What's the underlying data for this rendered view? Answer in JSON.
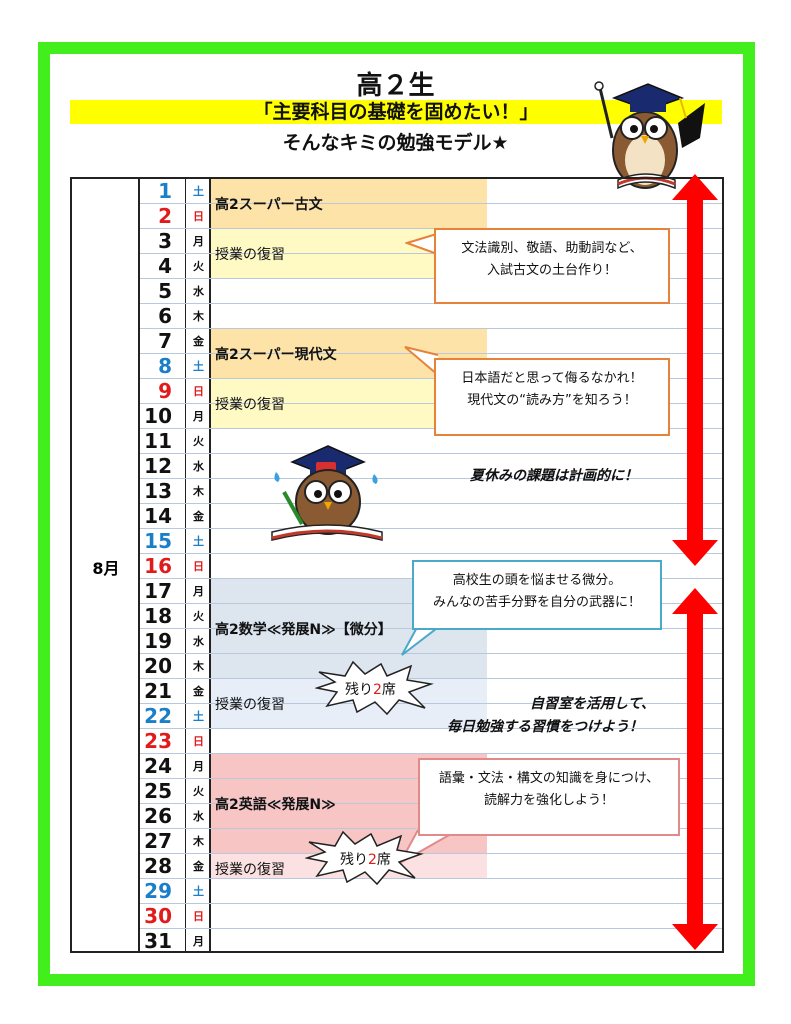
{
  "header": {
    "title": "高２生",
    "subtitle": "「主要科目の基礎を固めたい！」",
    "tagline": "そんなキミの勉強モデル★"
  },
  "month": "8月",
  "days": [
    {
      "d": "1",
      "w": "土",
      "c": "blue"
    },
    {
      "d": "2",
      "w": "日",
      "c": "red"
    },
    {
      "d": "3",
      "w": "月",
      "c": "black"
    },
    {
      "d": "4",
      "w": "火",
      "c": "black"
    },
    {
      "d": "5",
      "w": "水",
      "c": "black"
    },
    {
      "d": "6",
      "w": "木",
      "c": "black"
    },
    {
      "d": "7",
      "w": "金",
      "c": "black"
    },
    {
      "d": "8",
      "w": "土",
      "c": "blue"
    },
    {
      "d": "9",
      "w": "日",
      "c": "red"
    },
    {
      "d": "10",
      "w": "月",
      "c": "black"
    },
    {
      "d": "11",
      "w": "火",
      "c": "black"
    },
    {
      "d": "12",
      "w": "水",
      "c": "black"
    },
    {
      "d": "13",
      "w": "木",
      "c": "black"
    },
    {
      "d": "14",
      "w": "金",
      "c": "black"
    },
    {
      "d": "15",
      "w": "土",
      "c": "blue"
    },
    {
      "d": "16",
      "w": "日",
      "c": "red"
    },
    {
      "d": "17",
      "w": "月",
      "c": "black"
    },
    {
      "d": "18",
      "w": "火",
      "c": "black"
    },
    {
      "d": "19",
      "w": "水",
      "c": "black"
    },
    {
      "d": "20",
      "w": "木",
      "c": "black"
    },
    {
      "d": "21",
      "w": "金",
      "c": "black"
    },
    {
      "d": "22",
      "w": "土",
      "c": "blue"
    },
    {
      "d": "23",
      "w": "日",
      "c": "red"
    },
    {
      "d": "24",
      "w": "月",
      "c": "black"
    },
    {
      "d": "25",
      "w": "火",
      "c": "black"
    },
    {
      "d": "26",
      "w": "水",
      "c": "black"
    },
    {
      "d": "27",
      "w": "木",
      "c": "black"
    },
    {
      "d": "28",
      "w": "金",
      "c": "black"
    },
    {
      "d": "29",
      "w": "土",
      "c": "blue"
    },
    {
      "d": "30",
      "w": "日",
      "c": "red"
    },
    {
      "d": "31",
      "w": "月",
      "c": "black"
    }
  ],
  "courses": {
    "kobun": "高2スーパー古文",
    "gendai": "高2スーパー現代文",
    "math": "高2数学≪発展N≫【微分】",
    "english": "高2英語≪発展N≫",
    "review": "授業の復習"
  },
  "callouts": {
    "kobun_1": "文法識別、敬語、助動詞など、",
    "kobun_2": "入試古文の土台作り！",
    "gendai_1": "日本語だと思って侮るなかれ！",
    "gendai_2": "現代文の“読み方”を知ろう！",
    "math_1": "高校生の頭を悩ませる微分。",
    "math_2": "みんなの苦手分野を自分の武器に！",
    "eng_1": "語彙・文法・構文の知識を身につけ、",
    "eng_2": "読解力を強化しよう！"
  },
  "seats": {
    "prefix": "残り",
    "count": "2",
    "suffix": "席"
  },
  "notes": {
    "homework": "夏休みの課題は計画的に！",
    "study_1": "自習室を活用して、",
    "study_2": "毎日勉強する習慣をつけよう！"
  },
  "colors": {
    "frame": "#42ef1c",
    "band": "#ffff00",
    "arrow": "#ff0000",
    "orange_block": "#fde3a8",
    "yellow_block": "#fff9c4",
    "blue_block": "#dde5ee",
    "pink_block": "#f8c5c5"
  }
}
